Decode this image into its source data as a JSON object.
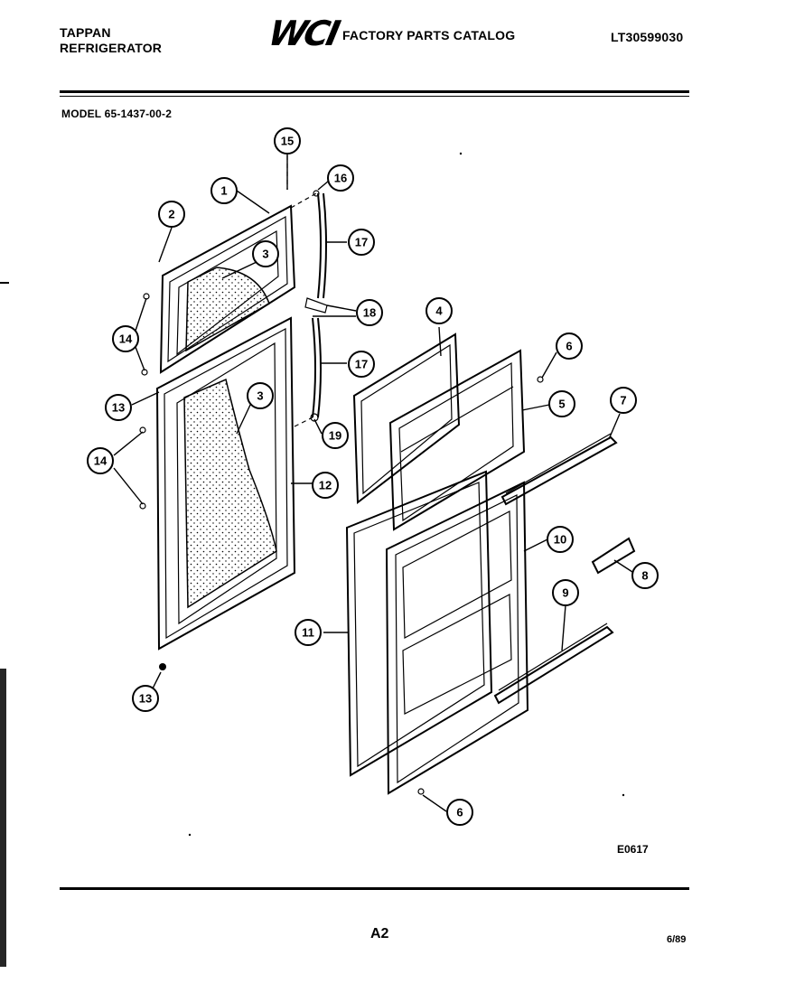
{
  "header": {
    "brand_line1": "TAPPAN",
    "brand_line2": "REFRIGERATOR",
    "logo": "WCI",
    "catalog_title": "FACTORY PARTS CATALOG",
    "catalog_number": "LT30599030"
  },
  "model_label": "MODEL 65-1437-00-2",
  "diagram_code": "E0617",
  "page_label": "A2",
  "date": "6/89",
  "callouts": [
    "1",
    "2",
    "3",
    "3",
    "4",
    "5",
    "6",
    "6",
    "7",
    "8",
    "9",
    "10",
    "11",
    "12",
    "13",
    "13",
    "14",
    "14",
    "15",
    "16",
    "17",
    "17",
    "18",
    "19"
  ]
}
